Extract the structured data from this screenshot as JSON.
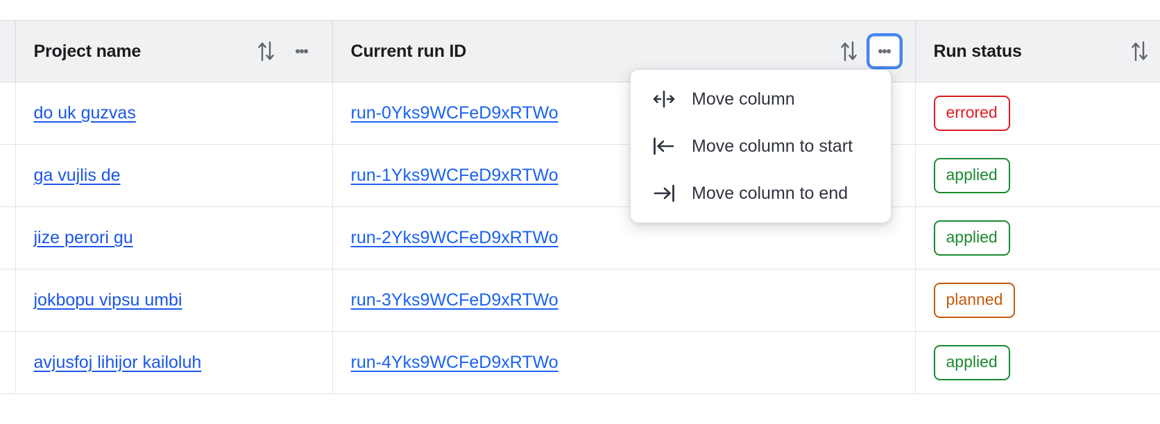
{
  "table": {
    "columns": [
      {
        "id": "select",
        "label": "",
        "has_sort": false,
        "has_menu": false
      },
      {
        "id": "project_name",
        "label": "Project name",
        "has_sort": true,
        "has_menu": true,
        "menu_focused": false
      },
      {
        "id": "current_run_id",
        "label": "Current run ID",
        "has_sort": true,
        "has_menu": true,
        "menu_focused": true
      },
      {
        "id": "run_status",
        "label": "Run status",
        "has_sort": true,
        "has_menu": false,
        "menu_focused": false
      }
    ],
    "rows": [
      {
        "project_name": "do uk guzvas",
        "current_run_id": "run-0Yks9WCFeD9xRTWo",
        "run_status": "errored",
        "status_color": "#e01b24"
      },
      {
        "project_name": "ga vujlis de",
        "current_run_id": "run-1Yks9WCFeD9xRTWo",
        "run_status": "applied",
        "status_color": "#1a8a2e"
      },
      {
        "project_name": "jize perori gu",
        "current_run_id": "run-2Yks9WCFeD9xRTWo",
        "run_status": "applied",
        "status_color": "#1a8a2e"
      },
      {
        "project_name": "jokbopu vipsu umbi",
        "current_run_id": "run-3Yks9WCFeD9xRTWo",
        "run_status": "planned",
        "status_color": "#c3590a"
      },
      {
        "project_name": "avjusfoj lihijor kailoluh",
        "current_run_id": "run-4Yks9WCFeD9xRTWo",
        "run_status": "applied",
        "status_color": "#1a8a2e"
      }
    ]
  },
  "column_menu": {
    "open_for_column": "Current run ID",
    "items": [
      {
        "icon": "move-column-icon",
        "label": "Move column"
      },
      {
        "icon": "move-column-to-start-icon",
        "label": "Move column to start"
      },
      {
        "icon": "move-column-to-end-icon",
        "label": "Move column to end"
      }
    ]
  },
  "colors": {
    "header_bg": "#f0f1f3",
    "link": "#1a56e8",
    "focus_ring": "#4285f4",
    "border": "#e2e3e6",
    "status_errored": "#e01b24",
    "status_applied": "#1a8a2e",
    "status_planned": "#c3590a"
  }
}
